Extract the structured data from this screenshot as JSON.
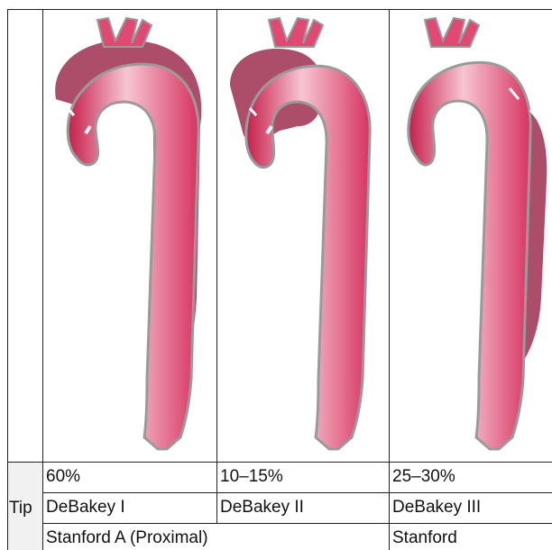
{
  "table": {
    "row_header": "Tip",
    "columns": [
      {
        "percent": "60%",
        "debakey": "DeBakey I"
      },
      {
        "percent": "10–15%",
        "debakey": "DeBakey II"
      },
      {
        "percent": "25–30%",
        "debakey": "DeBakey III"
      }
    ],
    "stanford_a": "Stanford A (Proximal)",
    "stanford_b": "Stanford"
  },
  "colors": {
    "aorta_light": "#f7c6d3",
    "aorta_mid": "#e8557d",
    "aorta_dark": "#c41e4a",
    "dissection": "#9e2f50",
    "outline": "#9a9a9a",
    "grid": "#222222"
  },
  "illustrations": [
    {
      "type": "DeBakey I"
    },
    {
      "type": "DeBakey II"
    },
    {
      "type": "DeBakey III"
    }
  ]
}
